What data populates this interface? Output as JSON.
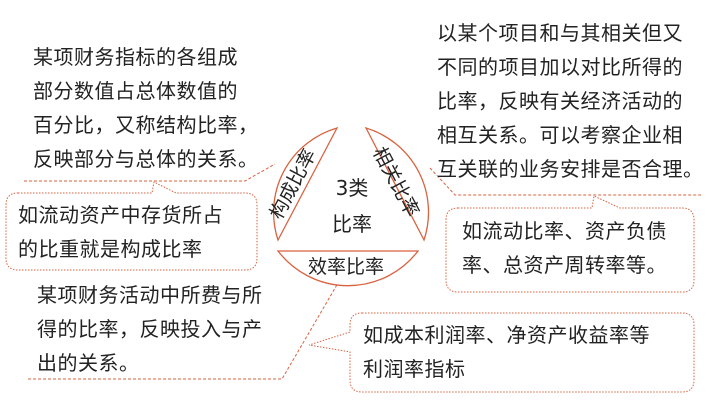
{
  "center": {
    "line1": "3类",
    "line2": "比率"
  },
  "segments": {
    "left": {
      "label": "构成比率"
    },
    "right": {
      "label": "相关比率"
    },
    "bottom": {
      "label": "效率比率"
    }
  },
  "descriptions": {
    "composition": {
      "lines": [
        "某项财务指标的各组成",
        "部分数值占总体数值的",
        "百分比，又称结构比率，",
        "反映部分与总体的关系。"
      ]
    },
    "related": {
      "lines": [
        "以某个项目和与其相关但又",
        "不同的项目加以对比所得的",
        "比率，反映有关经济活动的",
        "相互关系。可以考察企业相",
        "互关联的业务安排是否合理。"
      ]
    },
    "efficiency": {
      "lines": [
        "某项财务活动中所费与所",
        "得的比率，反映投入与产",
        "出的关系。"
      ]
    }
  },
  "examples": {
    "composition": {
      "lines": [
        "如流动资产中存货所占",
        "的比重就是构成比率"
      ]
    },
    "related": {
      "lines": [
        "如流动比率、资产负债",
        "率、总资产周转率等。"
      ]
    },
    "efficiency": {
      "lines": [
        "如成本利润率、净资产收益率等",
        "利润率指标"
      ]
    }
  },
  "colors": {
    "accent": "#d9623f",
    "text": "#222222"
  }
}
